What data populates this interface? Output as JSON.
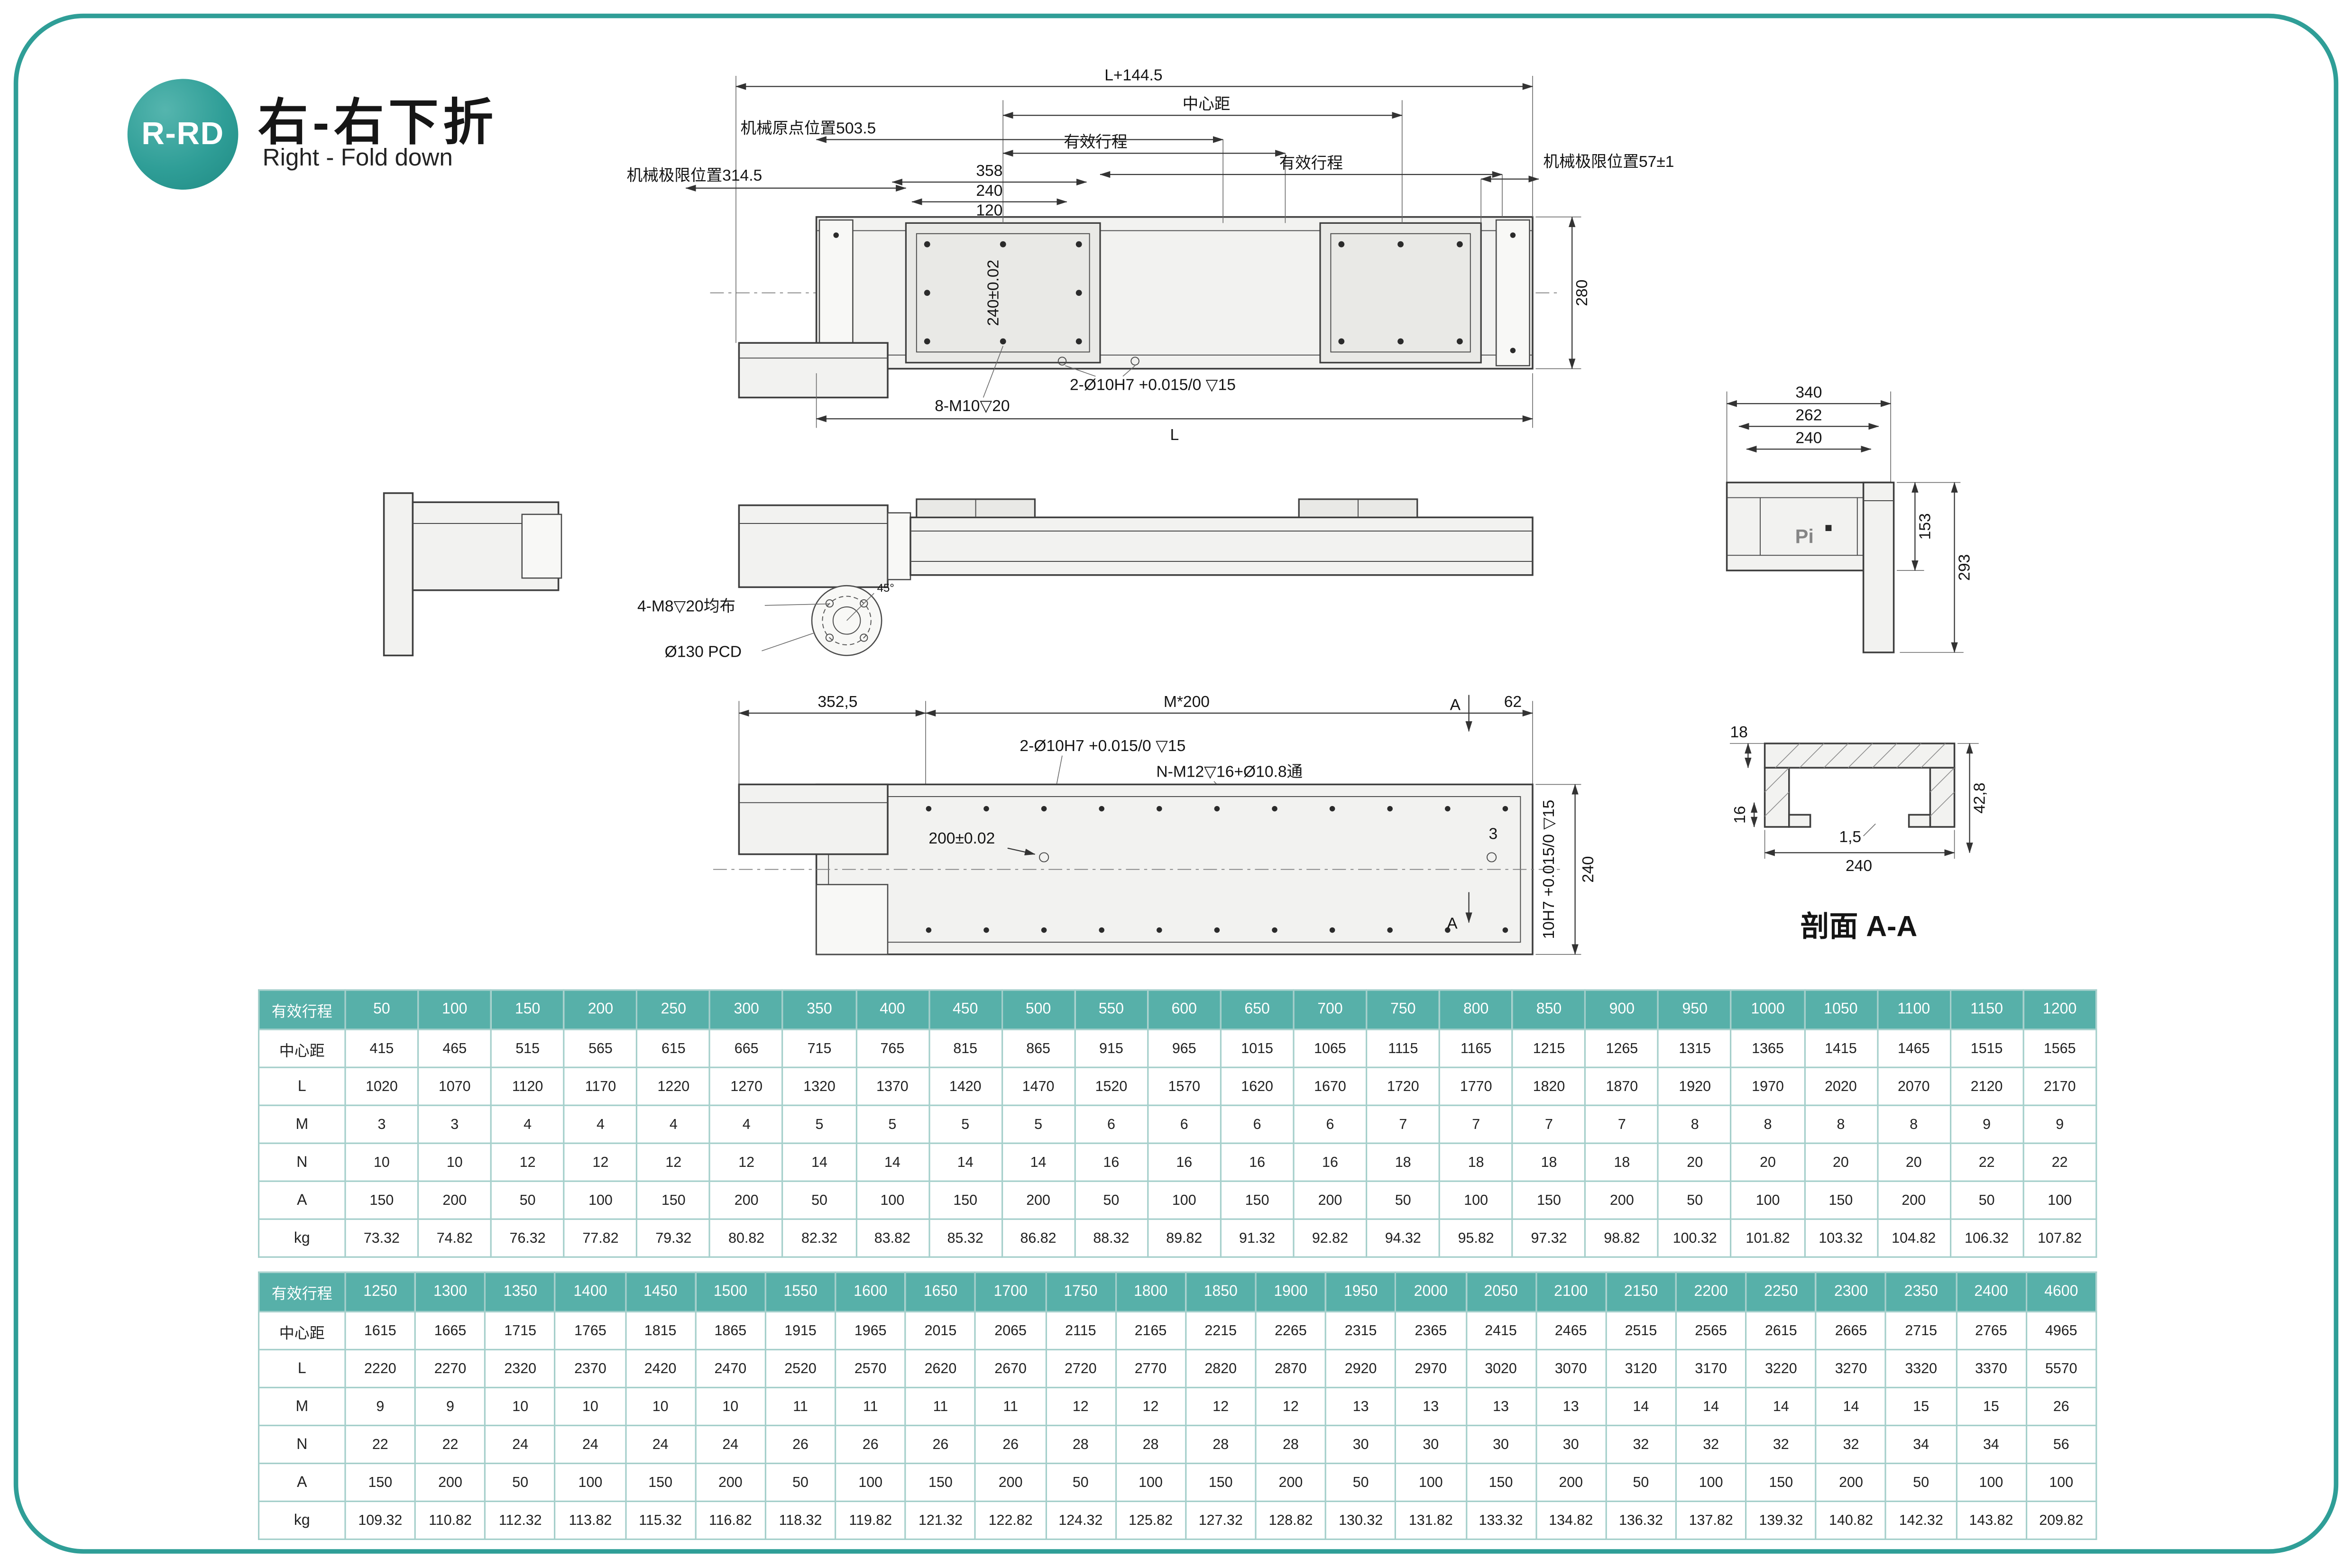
{
  "page": {
    "badge": "R-RD",
    "title_cn": "右-右下折",
    "title_en": "Right - Fold down"
  },
  "colors": {
    "teal": "#2f9e97",
    "table_header": "#57b0a9"
  },
  "drawings": {
    "tv": {
      "l144": "L+144.5",
      "center": "中心距",
      "origin": "机械原点位置503.5",
      "stroke1": "有效行程",
      "stroke2": "有效行程",
      "limitL": "机械极限位置314.5",
      "limitR": "机械极限位置57±1",
      "d358": "358",
      "d240": "240",
      "d120": "120",
      "d280": "280",
      "d240t": "240±0.02",
      "m10": "8-M10▽20",
      "o10": "2-Ø10H7 +0.015/0 ▽15",
      "L": "L"
    },
    "sv": {
      "m8": "4-M8▽20均布",
      "pcd": "Ø130 PCD",
      "deg45": "45°"
    },
    "ev": {
      "d340": "340",
      "d262": "262",
      "d240": "240",
      "d153": "153",
      "d293": "293",
      "logo": "Pi"
    },
    "bv": {
      "d3525": "352,5",
      "m200": "M*200",
      "aTop": "A",
      "d62": "62",
      "o10": "2-Ø10H7 +0.015/0 ▽15",
      "nm12": "N-M12▽16+Ø10.8通",
      "d200": "200±0.02",
      "d3": "3",
      "h7": "10H7 +0.015/0 ▽15",
      "d240": "240",
      "aBot": "A"
    },
    "xv": {
      "d18": "18",
      "d16": "16",
      "d15": "1,5",
      "d240": "240",
      "d428": "42,8",
      "cap": "剖面 A-A"
    }
  },
  "tables": [
    {
      "header_label": "有效行程",
      "columns": [
        "50",
        "100",
        "150",
        "200",
        "250",
        "300",
        "350",
        "400",
        "450",
        "500",
        "550",
        "600",
        "650",
        "700",
        "750",
        "800",
        "850",
        "900",
        "950",
        "1000",
        "1050",
        "1100",
        "1150",
        "1200"
      ],
      "row_labels": [
        "中心距",
        "L",
        "M",
        "N",
        "A",
        "kg"
      ],
      "rows": [
        [
          "415",
          "465",
          "515",
          "565",
          "615",
          "665",
          "715",
          "765",
          "815",
          "865",
          "915",
          "965",
          "1015",
          "1065",
          "1115",
          "1165",
          "1215",
          "1265",
          "1315",
          "1365",
          "1415",
          "1465",
          "1515",
          "1565"
        ],
        [
          "1020",
          "1070",
          "1120",
          "1170",
          "1220",
          "1270",
          "1320",
          "1370",
          "1420",
          "1470",
          "1520",
          "1570",
          "1620",
          "1670",
          "1720",
          "1770",
          "1820",
          "1870",
          "1920",
          "1970",
          "2020",
          "2070",
          "2120",
          "2170"
        ],
        [
          "3",
          "3",
          "4",
          "4",
          "4",
          "4",
          "5",
          "5",
          "5",
          "5",
          "6",
          "6",
          "6",
          "6",
          "7",
          "7",
          "7",
          "7",
          "8",
          "8",
          "8",
          "8",
          "9",
          "9"
        ],
        [
          "10",
          "10",
          "12",
          "12",
          "12",
          "12",
          "14",
          "14",
          "14",
          "14",
          "16",
          "16",
          "16",
          "16",
          "18",
          "18",
          "18",
          "18",
          "20",
          "20",
          "20",
          "20",
          "22",
          "22"
        ],
        [
          "150",
          "200",
          "50",
          "100",
          "150",
          "200",
          "50",
          "100",
          "150",
          "200",
          "50",
          "100",
          "150",
          "200",
          "50",
          "100",
          "150",
          "200",
          "50",
          "100",
          "150",
          "200",
          "50",
          "100"
        ],
        [
          "73.32",
          "74.82",
          "76.32",
          "77.82",
          "79.32",
          "80.82",
          "82.32",
          "83.82",
          "85.32",
          "86.82",
          "88.32",
          "89.82",
          "91.32",
          "92.82",
          "94.32",
          "95.82",
          "97.32",
          "98.82",
          "100.32",
          "101.82",
          "103.32",
          "104.82",
          "106.32",
          "107.82"
        ]
      ]
    },
    {
      "header_label": "有效行程",
      "columns": [
        "1250",
        "1300",
        "1350",
        "1400",
        "1450",
        "1500",
        "1550",
        "1600",
        "1650",
        "1700",
        "1750",
        "1800",
        "1850",
        "1900",
        "1950",
        "2000",
        "2050",
        "2100",
        "2150",
        "2200",
        "2250",
        "2300",
        "2350",
        "2400",
        "4600"
      ],
      "row_labels": [
        "中心距",
        "L",
        "M",
        "N",
        "A",
        "kg"
      ],
      "rows": [
        [
          "1615",
          "1665",
          "1715",
          "1765",
          "1815",
          "1865",
          "1915",
          "1965",
          "2015",
          "2065",
          "2115",
          "2165",
          "2215",
          "2265",
          "2315",
          "2365",
          "2415",
          "2465",
          "2515",
          "2565",
          "2615",
          "2665",
          "2715",
          "2765",
          "4965"
        ],
        [
          "2220",
          "2270",
          "2320",
          "2370",
          "2420",
          "2470",
          "2520",
          "2570",
          "2620",
          "2670",
          "2720",
          "2770",
          "2820",
          "2870",
          "2920",
          "2970",
          "3020",
          "3070",
          "3120",
          "3170",
          "3220",
          "3270",
          "3320",
          "3370",
          "5570"
        ],
        [
          "9",
          "9",
          "10",
          "10",
          "10",
          "10",
          "11",
          "11",
          "11",
          "11",
          "12",
          "12",
          "12",
          "12",
          "13",
          "13",
          "13",
          "13",
          "14",
          "14",
          "14",
          "14",
          "15",
          "15",
          "26"
        ],
        [
          "22",
          "22",
          "24",
          "24",
          "24",
          "24",
          "26",
          "26",
          "26",
          "26",
          "28",
          "28",
          "28",
          "28",
          "30",
          "30",
          "30",
          "30",
          "32",
          "32",
          "32",
          "32",
          "34",
          "34",
          "56"
        ],
        [
          "150",
          "200",
          "50",
          "100",
          "150",
          "200",
          "50",
          "100",
          "150",
          "200",
          "50",
          "100",
          "150",
          "200",
          "50",
          "100",
          "150",
          "200",
          "50",
          "100",
          "150",
          "200",
          "50",
          "100",
          "100"
        ],
        [
          "109.32",
          "110.82",
          "112.32",
          "113.82",
          "115.32",
          "116.82",
          "118.32",
          "119.82",
          "121.32",
          "122.82",
          "124.32",
          "125.82",
          "127.32",
          "128.82",
          "130.32",
          "131.82",
          "133.32",
          "134.82",
          "136.32",
          "137.82",
          "139.32",
          "140.82",
          "142.32",
          "143.82",
          "209.82"
        ]
      ]
    }
  ]
}
